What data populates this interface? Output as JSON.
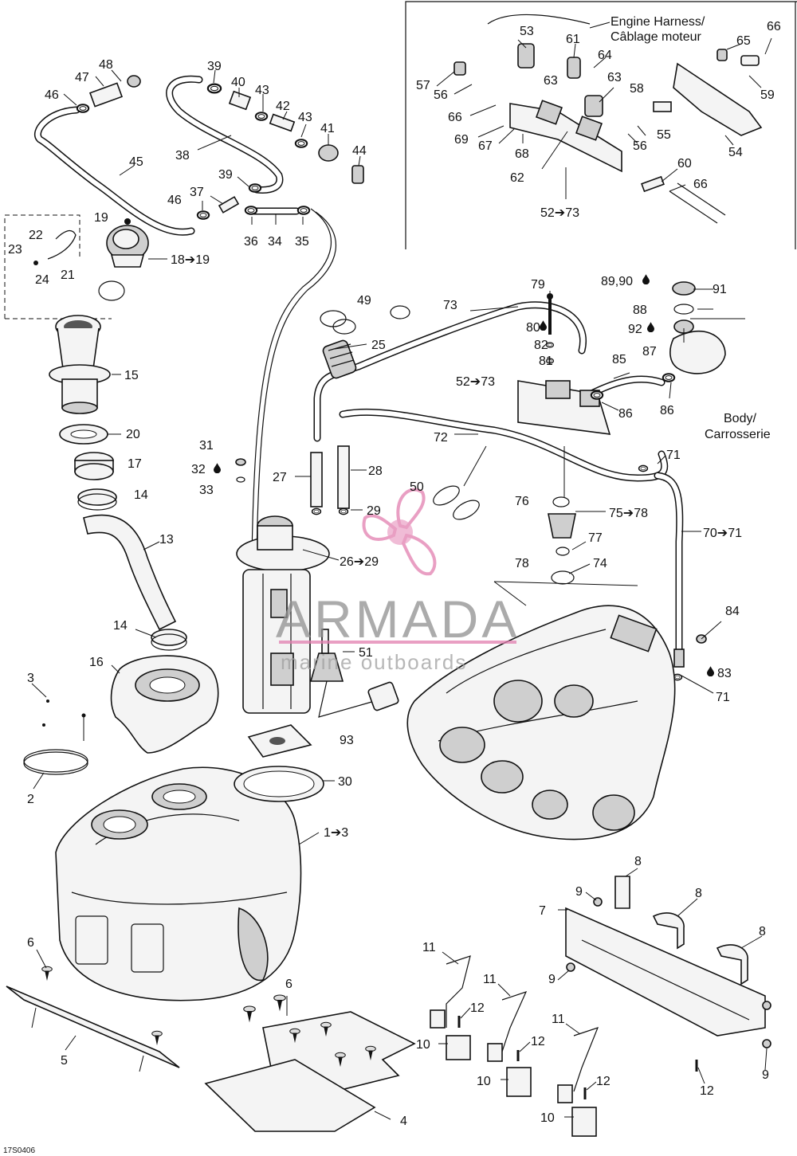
{
  "diagram_code": "17S0406",
  "captions": {
    "engine_harness_en": "Engine Harness/",
    "engine_harness_fr": "Câblage moteur",
    "body_en": "Body/",
    "body_fr": "Carrosserie"
  },
  "watermark": {
    "brand": "ARMADA",
    "tagline": "marine outboards",
    "color": "#e27fb0"
  },
  "callouts": {
    "c1_3": "1➔3",
    "c2": "2",
    "c3": "3",
    "c4": "4",
    "c5": "5",
    "c6a": "6",
    "c6b": "6",
    "c7": "7",
    "c8a": "8",
    "c8b": "8",
    "c8c": "8",
    "c9a": "9",
    "c9b": "9",
    "c9c": "9",
    "c10a": "10",
    "c10b": "10",
    "c10c": "10",
    "c11a": "11",
    "c11b": "11",
    "c11c": "11",
    "c12a": "12",
    "c12b": "12",
    "c12c": "12",
    "c12d": "12",
    "c13": "13",
    "c14a": "14",
    "c14b": "14",
    "c15": "15",
    "c16": "16",
    "c17": "17",
    "c18_19": "18➔19",
    "c19": "19",
    "c20": "20",
    "c21": "21",
    "c22": "22",
    "c23": "23",
    "c24": "24",
    "c25": "25",
    "c26_29": "26➔29",
    "c27": "27",
    "c28": "28",
    "c29": "29",
    "c30": "30",
    "c31": "31",
    "c32": "32",
    "c33": "33",
    "c34": "34",
    "c35": "35",
    "c36": "36",
    "c37": "37",
    "c38": "38",
    "c39a": "39",
    "c39b": "39",
    "c40": "40",
    "c41": "41",
    "c42": "42",
    "c43a": "43",
    "c43b": "43",
    "c44": "44",
    "c45": "45",
    "c46a": "46",
    "c46b": "46",
    "c47": "47",
    "c48": "48",
    "c49": "49",
    "c50": "50",
    "c51": "51",
    "c52_73a": "52➔73",
    "c52_73b": "52➔73",
    "c53": "53",
    "c54": "54",
    "c55": "55",
    "c56a": "56",
    "c56b": "56",
    "c57": "57",
    "c58": "58",
    "c59": "59",
    "c60": "60",
    "c61": "61",
    "c62": "62",
    "c63a": "63",
    "c63b": "63",
    "c64": "64",
    "c65": "65",
    "c66a": "66",
    "c66b": "66",
    "c66c": "66",
    "c67": "67",
    "c68": "68",
    "c69": "69",
    "c70_71": "70➔71",
    "c71a": "71",
    "c71b": "71",
    "c72": "72",
    "c73": "73",
    "c74": "74",
    "c75_78": "75➔78",
    "c76": "76",
    "c77": "77",
    "c78": "78",
    "c79": "79",
    "c80": "80",
    "c81": "81",
    "c82": "82",
    "c83": "83",
    "c84": "84",
    "c85": "85",
    "c86a": "86",
    "c86b": "86",
    "c87": "87",
    "c88": "88",
    "c89_90": "89,90",
    "c91": "91",
    "c92": "92",
    "c93": "93"
  }
}
